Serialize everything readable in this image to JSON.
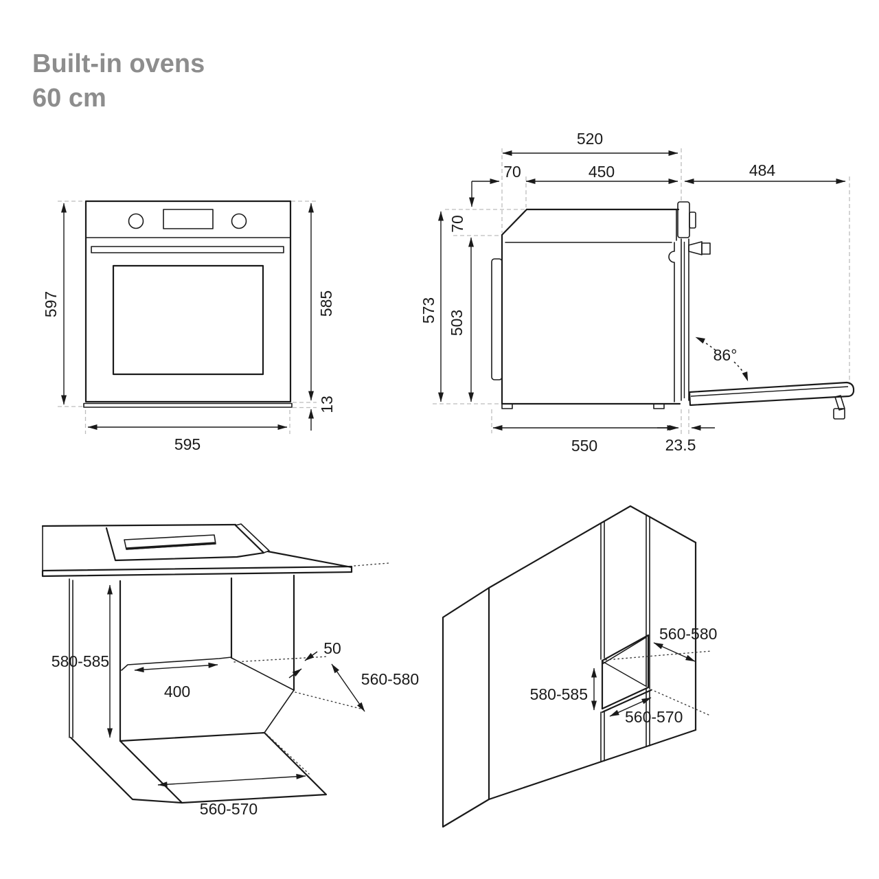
{
  "title": {
    "line1": "Built-in ovens",
    "line2": "60 cm"
  },
  "colors": {
    "line": "#1a1a1a",
    "title_gray": "#8d8d8d",
    "extension_dash": "#bcbcbc",
    "background": "#ffffff"
  },
  "diagrams": {
    "front": {
      "name": "oven front view",
      "dims": {
        "height_total": "597",
        "height_body": "585",
        "plinth": "13",
        "width": "595"
      }
    },
    "side": {
      "name": "oven side view with open door",
      "dims": {
        "depth_520": "520",
        "inset_70": "70",
        "depth_450": "450",
        "door_open_484": "484",
        "top_70": "70",
        "height_573": "573",
        "height_503": "503",
        "door_angle": "86°",
        "depth_550": "550",
        "door_thickness": "23.5"
      }
    },
    "undercounter": {
      "name": "under-counter installation niche",
      "dims": {
        "niche_height": "580-585",
        "rear_clearance_400": "400",
        "gap_50": "50",
        "niche_depth": "560-580",
        "niche_width": "560-570"
      }
    },
    "cabinet": {
      "name": "tall cabinet installation niche",
      "dims": {
        "niche_depth": "560-580",
        "niche_height": "580-585",
        "niche_width": "560-570"
      }
    }
  }
}
